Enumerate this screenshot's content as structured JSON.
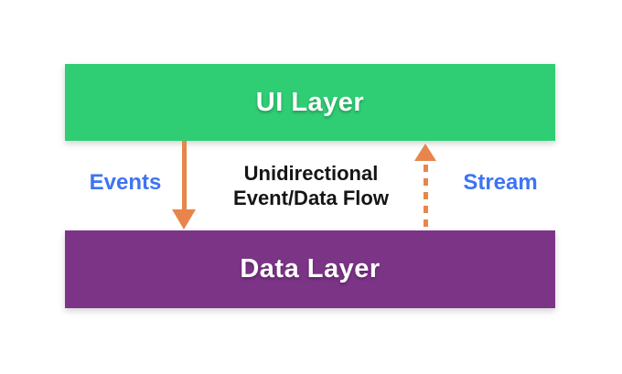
{
  "diagram": {
    "layers": {
      "ui": {
        "label": "UI Layer"
      },
      "data": {
        "label": "Data Layer"
      }
    },
    "arrows": {
      "events": {
        "label": "Events",
        "direction": "down",
        "style": "solid"
      },
      "stream": {
        "label": "Stream",
        "direction": "up",
        "style": "dashed"
      }
    },
    "flow_note": {
      "line1": "Unidirectional",
      "line2": "Event/Data Flow"
    },
    "colors": {
      "ui_layer_green": "#2fce74",
      "data_layer_purple": "#7c3487",
      "arrow_orange": "#e8854d",
      "label_blue": "#3d74f4",
      "note_text": "#151515",
      "background": "#ffffff"
    }
  }
}
